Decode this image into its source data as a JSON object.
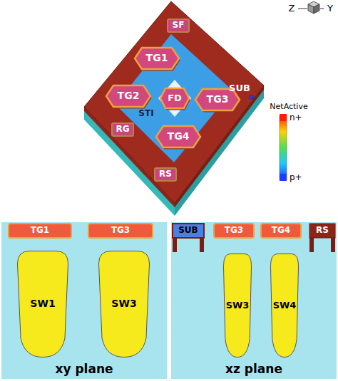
{
  "diagram": {
    "nodes": [
      {
        "text": [
          "SF"
        ]
      },
      {
        "text": [
          "TG1"
        ]
      },
      {
        "text": [
          "TG2"
        ]
      },
      {
        "text": [
          "FD"
        ]
      },
      {
        "text": [
          "TG3"
        ]
      },
      {
        "text": [
          "RG"
        ]
      },
      {
        "text": [
          "TG4"
        ]
      },
      {
        "text": [
          "RS"
        ]
      },
      {
        "text": [
          "xy plane"
        ]
      },
      {
        "text": [
          "TG1"
        ],
        "in": 8
      },
      {
        "text": [
          "TG3"
        ],
        "in": 8
      },
      {
        "text": [
          "SW1"
        ],
        "in": 8
      },
      {
        "text": [
          "SW3"
        ],
        "in": 8
      },
      {
        "text": [
          "xz plane"
        ]
      },
      {
        "text": [
          "SUB"
        ],
        "in": 13
      },
      {
        "text": [
          "TG3"
        ],
        "in": 13
      },
      {
        "text": [
          "TG4"
        ],
        "in": 13
      },
      {
        "text": [
          "RS"
        ],
        "in": 13
      },
      {
        "text": [
          "SW3"
        ],
        "in": 13
      },
      {
        "text": [
          "SW4"
        ],
        "in": 13
      }
    ],
    "labels": [
      "Z",
      "Y",
      "SUB",
      "STI",
      "NetActive"
    ],
    "legend": [
      {
        "text": "n+",
        "color": "#ff1e00"
      },
      {
        "text": "p+",
        "color": "#1e3cff"
      }
    ]
  }
}
